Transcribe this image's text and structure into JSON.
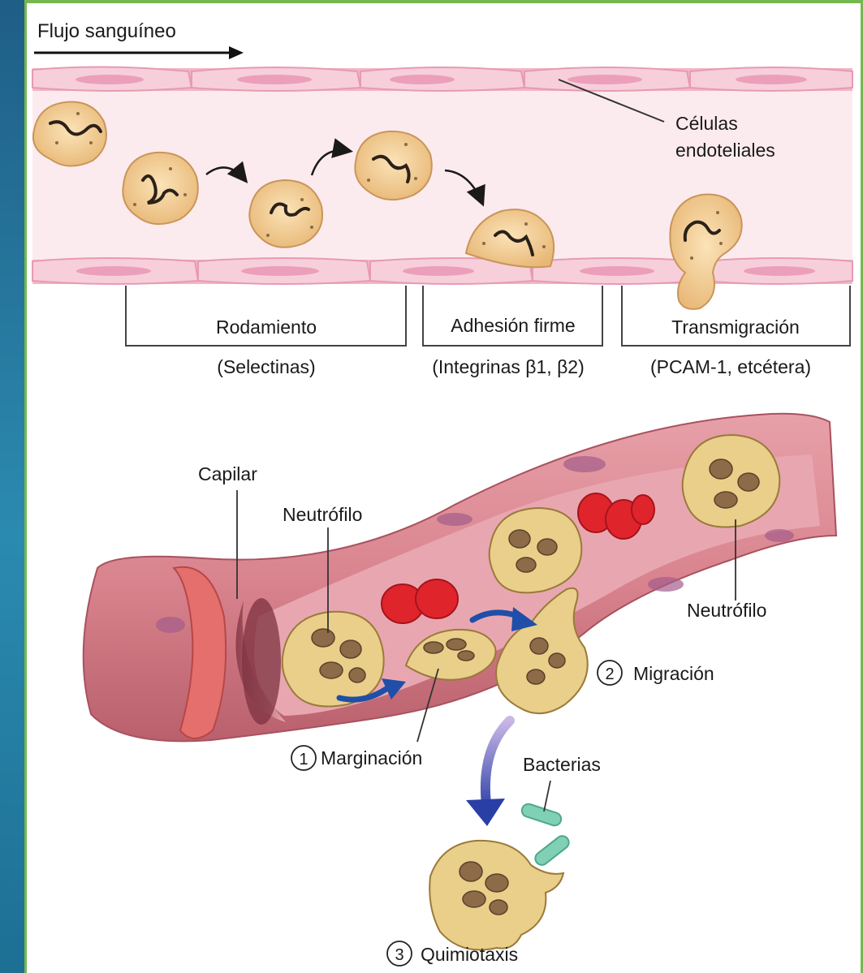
{
  "top_diagram": {
    "flow_label": "Flujo sanguíneo",
    "endothelial_label_line1": "Células",
    "endothelial_label_line2": "endoteliales",
    "stages": [
      {
        "name": "Rodamiento",
        "molecules": "(Selectinas)"
      },
      {
        "name": "Adhesión firme",
        "molecules": "(Integrinas β1, β2)"
      },
      {
        "name": "Transmigración",
        "molecules": "(PCAM-1, etcétera)"
      }
    ]
  },
  "bottom_diagram": {
    "capillary_label": "Capilar",
    "neutrophil_label_inner": "Neutrófilo",
    "neutrophil_label_outer": "Neutrófilo",
    "bacteria_label": "Bacterias",
    "steps": [
      {
        "number": "1",
        "label": "Marginación"
      },
      {
        "number": "2",
        "label": "Migración"
      },
      {
        "number": "3",
        "label": "Quimiotaxis"
      }
    ]
  },
  "colors": {
    "frame_border": "#74b84f",
    "vessel_lumen": "#fbe7ec",
    "endothelium": "#f3b8cc",
    "neutrophil_body": "#f2cf94",
    "nucleus": "#8d6a48",
    "red_cell": "#e0242c",
    "arrow_blue": "#1f4fa8",
    "bacteria": "#7fd0b4"
  }
}
